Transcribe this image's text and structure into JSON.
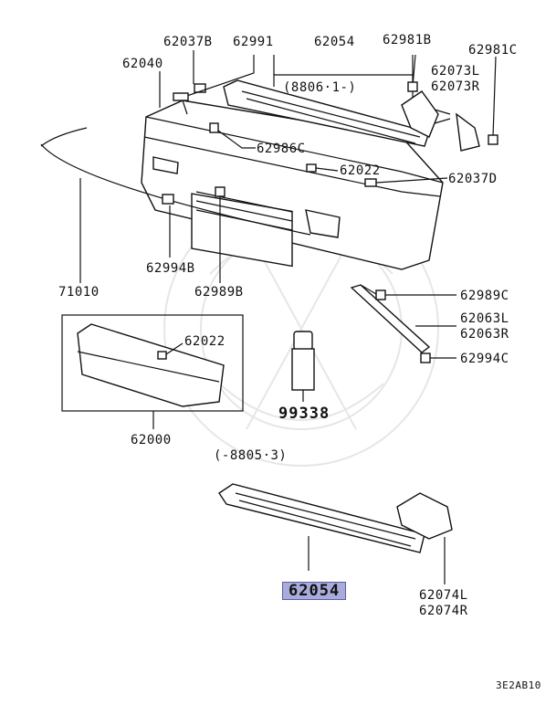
{
  "diagram": {
    "ref_code": "3E2AB10",
    "date_range_new": "(8806·1-)",
    "date_range_old": "(-8805·3)"
  },
  "parts": {
    "p62037B": "62037B",
    "p62991": "62991",
    "p62054_top": "62054",
    "p62981B": "62981B",
    "p62981C": "62981C",
    "p62040": "62040",
    "p62073L": "62073L",
    "p62073R": "62073R",
    "p62986C": "62986C",
    "p62022_top": "62022",
    "p62037D": "62037D",
    "p62994B": "62994B",
    "p62989B": "62989B",
    "p71010": "71010",
    "p62989C": "62989C",
    "p62063L": "62063L",
    "p62063R": "62063R",
    "p62022_box": "62022",
    "p62994C": "62994C",
    "p99338": "99338",
    "p62000": "62000",
    "p62054_bottom": "62054",
    "p62074L": "62074L",
    "p62074R": "62074R"
  },
  "highlight_color": "#a9acdb"
}
